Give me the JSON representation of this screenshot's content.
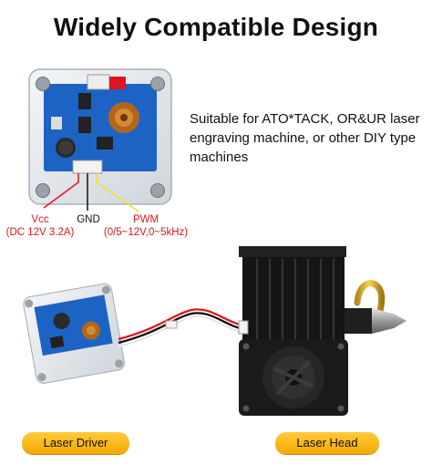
{
  "title": "Widely Compatible Design",
  "description": "Suitable for ATO*TACK, OR&UR laser engraving machine, or other DIY type machines",
  "pins": {
    "vcc": {
      "name": "Vcc",
      "spec": "(DC 12V 3.2A)"
    },
    "gnd": {
      "name": "GND"
    },
    "pwm": {
      "name": "PWM",
      "spec": "(0/5~12V,0~5kHz)"
    }
  },
  "captions": {
    "driver": "Laser Driver",
    "head": "Laser Head"
  },
  "colors": {
    "vcc_wire": "#e0141e",
    "gnd_wire": "#111111",
    "pwm_wire": "#f2e21a",
    "board": "#1d63c4",
    "pill": "#f5b21a"
  }
}
